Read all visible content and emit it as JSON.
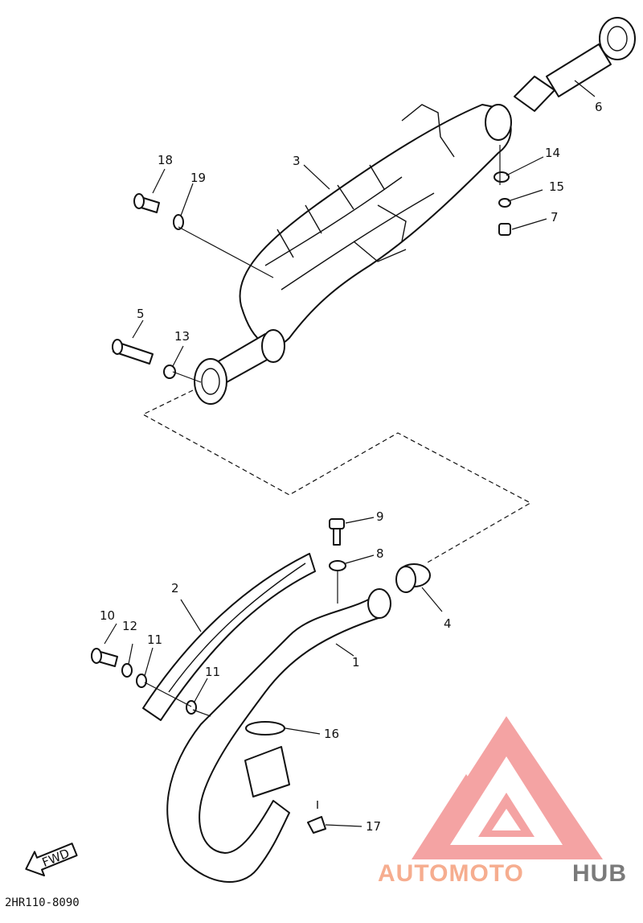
{
  "diagram": {
    "drawing_code": "2HR110-8090",
    "fwd_label": "FWD",
    "callouts": [
      "1",
      "2",
      "3",
      "4",
      "5",
      "6",
      "7",
      "8",
      "9",
      "10",
      "11",
      "11",
      "12",
      "13",
      "14",
      "15",
      "16",
      "17",
      "18",
      "19"
    ]
  },
  "watermark": {
    "brand_part1": "AUTOMOTO",
    "brand_part2": "HUB",
    "colors": {
      "primary": "#f4a3a3",
      "secondary": "#f7b89a",
      "hub": "#7a7a7a"
    }
  }
}
